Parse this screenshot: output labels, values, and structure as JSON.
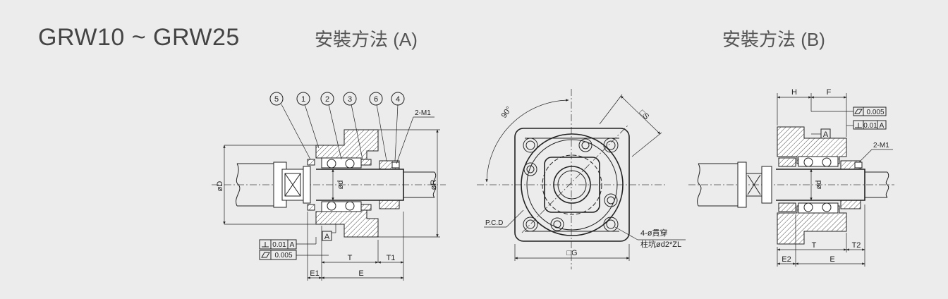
{
  "header": {
    "series_title": "GRW10 ~ GRW25",
    "method_a": "安裝方法 (A)",
    "method_b": "安裝方法 (B)"
  },
  "view_a": {
    "callouts": [
      "5",
      "1",
      "2",
      "3",
      "6",
      "4"
    ],
    "thread_label": "2-M1",
    "dim_diameter_outer": "øD",
    "dim_diameter_inner": "ød",
    "dim_diameter_r": "øR",
    "datum": "A",
    "tol_perpendicular": "0.01",
    "tol_perpendicular_ref": "A",
    "tol_flatness": "0.005",
    "dim_t": "T",
    "dim_t1": "T1",
    "dim_e1": "E1",
    "dim_e": "E"
  },
  "view_front": {
    "angle_label": "90°",
    "square_s": "□S",
    "square_g": "□G",
    "pcd_label": "P.C.D",
    "holes_line1": "4-ø貫穿",
    "holes_line2": "柱坑ød2*ZL"
  },
  "view_b": {
    "dim_h": "H",
    "dim_f": "F",
    "datum": "A",
    "tol_flatness": "0.005",
    "tol_perpendicular": "0.01",
    "tol_perpendicular_ref": "A",
    "thread_label": "2-M1",
    "dim_diameter_inner": "ød",
    "dim_t": "T",
    "dim_t2": "T2",
    "dim_e2": "E2",
    "dim_e": "E"
  }
}
